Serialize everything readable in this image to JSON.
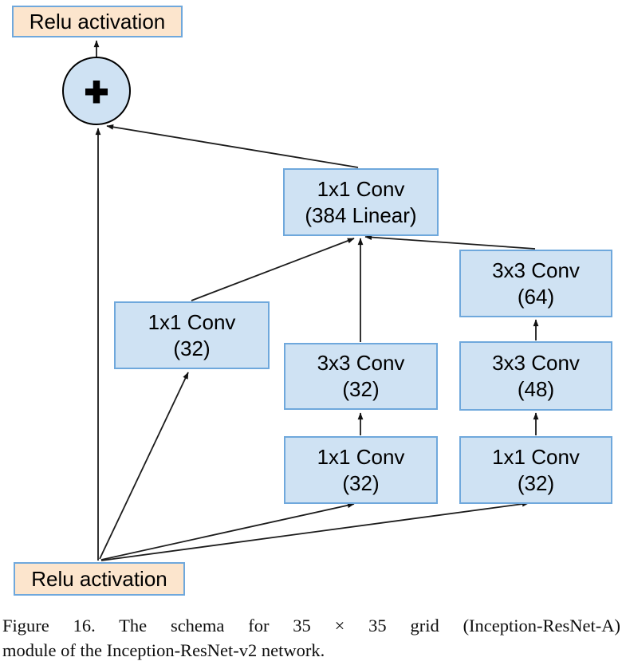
{
  "diagram": {
    "nodes": {
      "relu_top": {
        "label": "Relu activation"
      },
      "sum": {
        "symbol": "+"
      },
      "conv384": {
        "line1": "1x1 Conv",
        "line2": "(384 Linear)"
      },
      "branch1_conv1x1": {
        "line1": "1x1 Conv",
        "line2": "(32)"
      },
      "branch2_conv3x3": {
        "line1": "3x3 Conv",
        "line2": "(32)"
      },
      "branch2_conv1x1": {
        "line1": "1x1 Conv",
        "line2": "(32)"
      },
      "branch3_conv3x3_top": {
        "line1": "3x3 Conv",
        "line2": "(64)"
      },
      "branch3_conv3x3_mid": {
        "line1": "3x3 Conv",
        "line2": "(48)"
      },
      "branch3_conv1x1": {
        "line1": "1x1 Conv",
        "line2": "(32)"
      },
      "relu_bottom": {
        "label": "Relu activation"
      }
    },
    "colors": {
      "conv_box_fill": "#cfe2f3",
      "box_border": "#6fa8dc",
      "relu_box_fill": "#fce5cd",
      "edge_line": "#1c1c1c",
      "sum_circle_fill": "#cfe2f3",
      "sum_circle_border": "#000000"
    }
  },
  "caption": {
    "line1": "Figure 16. The schema for 35 × 35 grid (Inception-ResNet-A)",
    "line2": "module of the Inception-ResNet-v2 network."
  }
}
